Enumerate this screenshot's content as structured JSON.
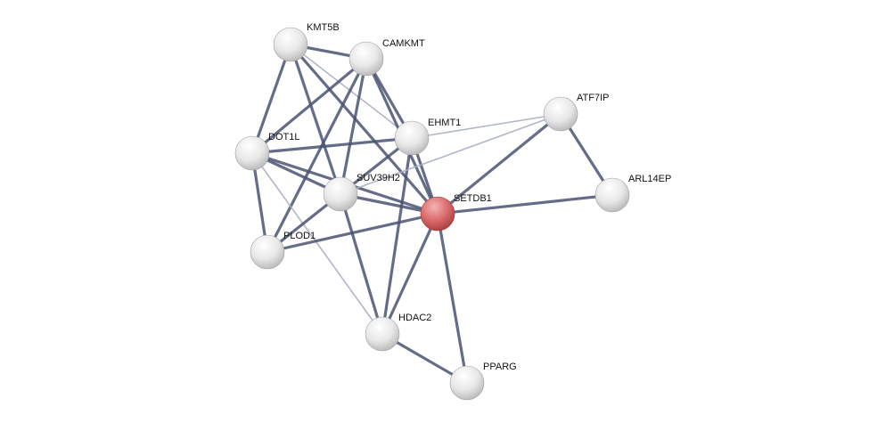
{
  "network": {
    "query_node": "SETDB1",
    "colors": {
      "query": "#d9534f",
      "node": "#e6e6e6",
      "edge_strong": "#4a5272",
      "edge_weak": "#a9aec4"
    },
    "nodes": [
      "KMT5B",
      "CAMKMT",
      "EHMT1",
      "DOT1L",
      "SUV39H2",
      "SETDB1",
      "PLOD1",
      "ATF7IP",
      "ARL14EP",
      "HDAC2",
      "PPARG"
    ],
    "edges": [
      [
        "KMT5B",
        "CAMKMT",
        "strong"
      ],
      [
        "KMT5B",
        "DOT1L",
        "strong"
      ],
      [
        "KMT5B",
        "SUV39H2",
        "strong"
      ],
      [
        "KMT5B",
        "SETDB1",
        "strong"
      ],
      [
        "KMT5B",
        "EHMT1",
        "weak"
      ],
      [
        "CAMKMT",
        "DOT1L",
        "strong"
      ],
      [
        "CAMKMT",
        "PLOD1",
        "strong"
      ],
      [
        "CAMKMT",
        "SUV39H2",
        "strong"
      ],
      [
        "CAMKMT",
        "EHMT1",
        "strong"
      ],
      [
        "CAMKMT",
        "SETDB1",
        "strong"
      ],
      [
        "DOT1L",
        "EHMT1",
        "strong"
      ],
      [
        "DOT1L",
        "SUV39H2",
        "strong"
      ],
      [
        "DOT1L",
        "SETDB1",
        "strong"
      ],
      [
        "DOT1L",
        "PLOD1",
        "strong"
      ],
      [
        "DOT1L",
        "HDAC2",
        "weak"
      ],
      [
        "EHMT1",
        "SUV39H2",
        "strong"
      ],
      [
        "EHMT1",
        "SETDB1",
        "strong"
      ],
      [
        "EHMT1",
        "HDAC2",
        "strong"
      ],
      [
        "EHMT1",
        "ATF7IP",
        "weak"
      ],
      [
        "SUV39H2",
        "SETDB1",
        "strong"
      ],
      [
        "SUV39H2",
        "PLOD1",
        "strong"
      ],
      [
        "SUV39H2",
        "HDAC2",
        "strong"
      ],
      [
        "SUV39H2",
        "ATF7IP",
        "weak"
      ],
      [
        "PLOD1",
        "SETDB1",
        "strong"
      ],
      [
        "SETDB1",
        "ATF7IP",
        "strong"
      ],
      [
        "SETDB1",
        "ARL14EP",
        "strong"
      ],
      [
        "SETDB1",
        "HDAC2",
        "strong"
      ],
      [
        "SETDB1",
        "PPARG",
        "strong"
      ],
      [
        "ATF7IP",
        "ARL14EP",
        "strong"
      ],
      [
        "HDAC2",
        "PPARG",
        "strong"
      ]
    ]
  }
}
